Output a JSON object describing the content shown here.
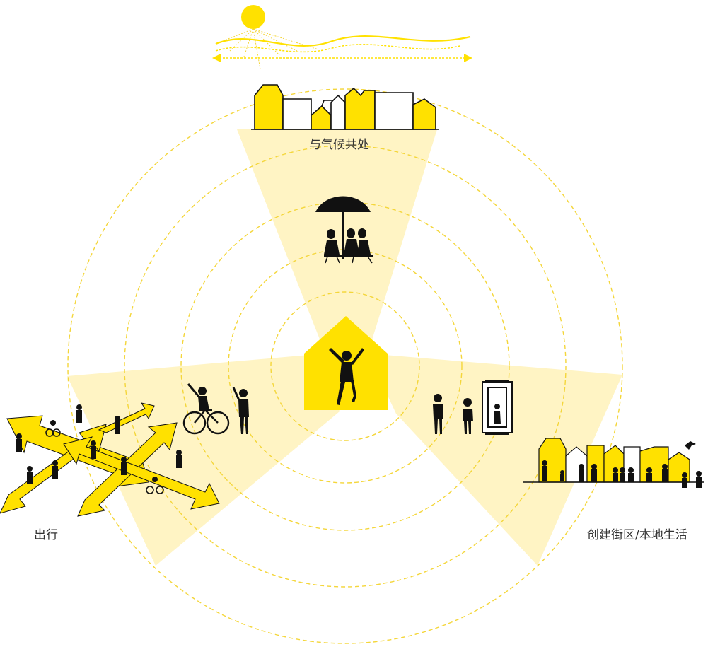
{
  "labels": {
    "climate": "与气候共处",
    "mobility": "出行",
    "neighbourhood": "创建街区/本地生活"
  },
  "colors": {
    "accent": "#FFE100",
    "wedge": "#FFF4C4",
    "ring": "#F4D63A",
    "silhouette": "#111111"
  },
  "icons": {
    "center": "house-with-person-icon",
    "climate_top": "sun-wind-icon",
    "climate": "buildings-skyline-icon",
    "cafe": "umbrella-cafe-icon",
    "cyclist": "cyclist-icon",
    "pedestrian": "pedestrian-icon",
    "door": "doorway-icon",
    "mobility": "crossroads-arrows-icon",
    "neighbourhood": "street-scene-icon"
  }
}
